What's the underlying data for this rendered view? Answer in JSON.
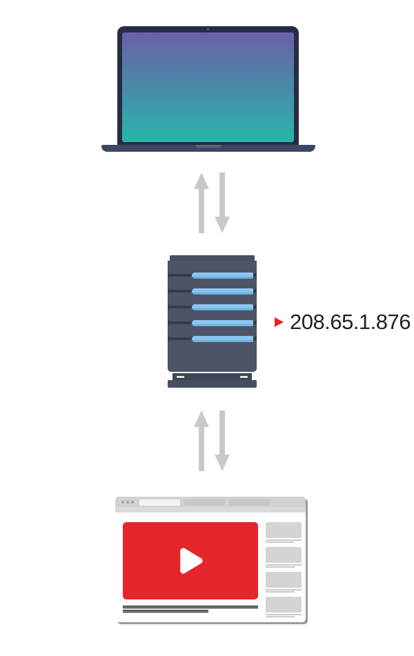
{
  "server": {
    "ip_label": "208.65.1.876",
    "rack_bar_count": 5
  },
  "browser": {
    "dot_count": 3,
    "tab_count": 3,
    "sidebar_item_count": 4
  },
  "icons": {
    "up_arrow": "▲",
    "down_arrow": "▼",
    "play_button": "▶",
    "ip_pointer": "►"
  },
  "colors": {
    "background": "#ffffff",
    "laptop_frame": "#262d42",
    "laptop_base": "#3e4664",
    "laptop_notch": "#5d647b",
    "screen_top": "#6b5fa9",
    "screen_bottom": "#28b5a9",
    "arrow_gray": "#c9c9c9",
    "server_cap": "#49505f",
    "server_gap": "#343b49",
    "server_drawer": "#4d5467",
    "server_feet": "#3e4556",
    "server_plinth": "#454d5e",
    "bar_blue": "#8ac5ee",
    "bar_blue_edge": "#6fb0d9",
    "marker_red": "#e8212d",
    "ip_text": "#231f20",
    "video_red": "#e5242b",
    "chrome_gray": "#d2d2d2",
    "chrome_sub": "#dadada",
    "tab_active": "#f3f3f3",
    "tab_inactive": "#c6c7c9",
    "thumb_gray": "#d4d4d4",
    "placeholder_line": "#c8c8c8",
    "text_line_dark": "#141414",
    "browser_shadow": "#9b9b9b"
  }
}
